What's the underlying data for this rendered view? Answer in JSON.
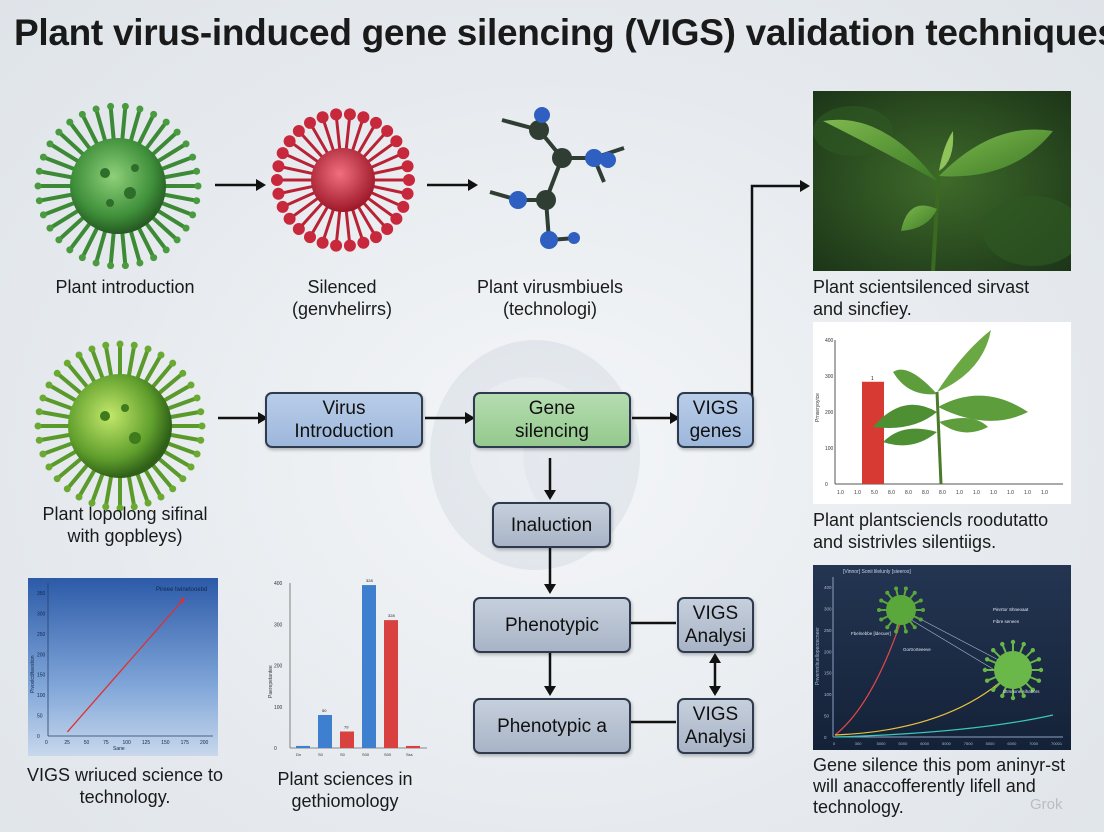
{
  "title": "Plant virus-induced gene silencing (VIGS) validation  techniques",
  "captions": {
    "virus1": "Plant introduction",
    "virus2": [
      "Silenced",
      "(genvhelirrs)"
    ],
    "molecule": [
      "Plant virusmbiuels",
      "(technologi)"
    ],
    "virus3": [
      "Plant lopolong sifinal",
      "with gopbleys)"
    ],
    "photo1": [
      "Plant scientsilenced sirvast",
      "and sincfiey."
    ],
    "photo2": [
      "Plant plantsciencls roodutatto",
      "and sistrivles silentiigs."
    ],
    "chart1": [
      "VIGS wriuced science to",
      "technology."
    ],
    "chart2": [
      "Plant sciences in",
      "gethiomology"
    ],
    "chart3": [
      "Gene silence this pom aninyr-st",
      "will anaccofferently lifell and",
      "technology."
    ]
  },
  "flow": {
    "virus_intro": [
      "Virus",
      "Introduction"
    ],
    "gene_silencing": [
      "Gene",
      "silencing"
    ],
    "vigs_genes": [
      "VIGS",
      "genes"
    ],
    "inaluction": "Inaluction",
    "phenotypic1": "Phenotypic",
    "vigs_analysis1": [
      "VIGS",
      "Analysi"
    ],
    "phenotypic2": "Phenotypic a",
    "vigs_analysis2": [
      "VIGS",
      "Analysi"
    ]
  },
  "watermark": "Grok",
  "colors": {
    "virus_green": "#3f8f3a",
    "virus_red": "#c8283c",
    "molecule_blue": "#2f5fc0",
    "molecule_dark": "#2f3d33",
    "box_blue": "#a9c2e2",
    "box_green": "#a3d29e",
    "box_grey": "#b3bfcf",
    "bar_blue": "#3f7fd0",
    "bar_red": "#d94040"
  },
  "chart_data": [
    {
      "type": "line",
      "x_ticks": [
        "0",
        "25",
        "50",
        "75",
        "100",
        "125",
        "150",
        "175",
        "200"
      ],
      "y_ticks": [
        "0",
        "50",
        "100",
        "150",
        "200",
        "250",
        "300",
        "350"
      ],
      "annotation": "Pireee twinetooebd",
      "ylabel": "Pivoxlcd/teestion",
      "xlabel": "Sane",
      "series": [
        {
          "x": [
            25,
            175
          ],
          "y": [
            10,
            335
          ]
        }
      ]
    },
    {
      "type": "bar",
      "categories": [
        "Dn",
        "S0",
        "S0",
        "S00",
        "S00",
        "Sss"
      ],
      "y_ticks": [
        "0",
        "100",
        "200",
        "300",
        "400"
      ],
      "ylabel": "Paerepetantee",
      "series": [
        {
          "name": "",
          "values": [
            5,
            80,
            0,
            395,
            5,
            0
          ]
        },
        {
          "name": "",
          "values": [
            0,
            0,
            40,
            0,
            310,
            5
          ]
        }
      ],
      "labels": [
        "50",
        "79",
        "328",
        "328"
      ]
    },
    {
      "type": "bar",
      "categories": [
        "1.0",
        "1.0",
        "5.0",
        "8.0",
        "8.0",
        "8.0",
        "8.0",
        "1.0",
        "1.0",
        "1.0",
        "1.0",
        "1.0",
        "1.0"
      ],
      "y_ticks": [
        "0",
        "100",
        "200",
        "300",
        "400"
      ],
      "ylabel": "Prnseryoyice",
      "values": [
        0,
        284,
        0,
        0,
        0,
        0,
        0,
        0,
        0,
        0,
        0,
        0,
        0
      ],
      "label": "1"
    },
    {
      "type": "line",
      "title": "[Vinnor] Sonii lilelunly [sieeros]",
      "x_ticks": [
        "0",
        "300",
        "5000",
        "5000",
        "6000",
        "5000",
        "7500",
        "5000",
        "6000",
        "7000",
        "70001"
      ],
      "y_ticks": [
        "0",
        "50",
        "100",
        "150",
        "200",
        "250",
        "300",
        "400"
      ],
      "annotations": [
        "Fbelnebbe [ldecuer]",
        "Pinrrtor Shneoaat",
        "Gortrorteeeve",
        "Fibre seneen",
        "Dtrsnone sihabors"
      ],
      "ylabel": "Pnvemnibuellopercecneer",
      "series": [
        {
          "name": "",
          "x": [
            0,
            2500,
            5000
          ],
          "y": [
            0,
            120,
            200
          ]
        },
        {
          "name": "",
          "x": [
            0,
            3000,
            7000
          ],
          "y": [
            0,
            60,
            180
          ]
        }
      ]
    }
  ]
}
